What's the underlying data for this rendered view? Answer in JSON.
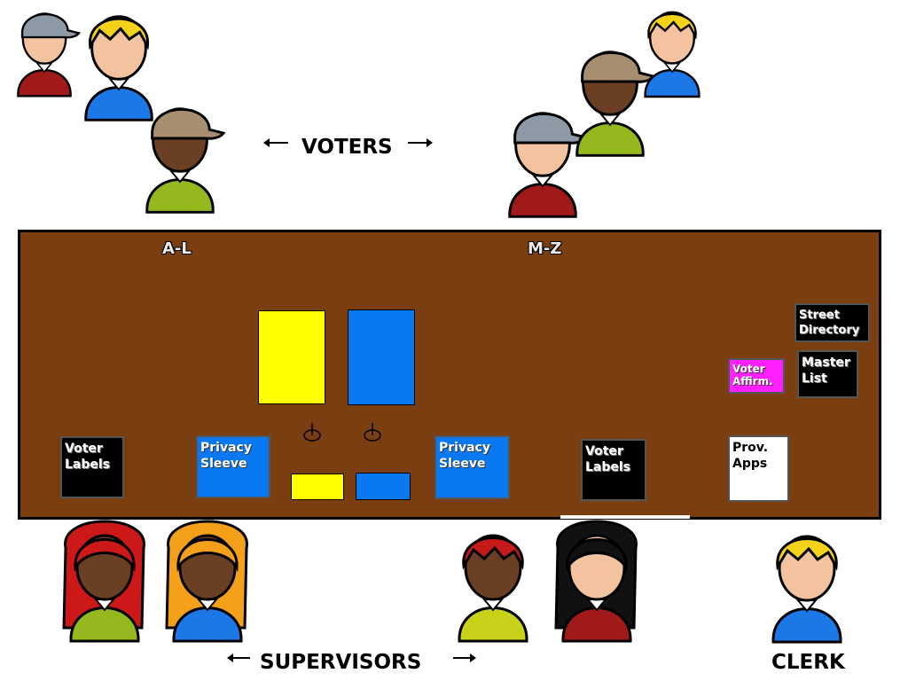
{
  "labels": {
    "voters": "VOTERS",
    "supervisors": "SUPERVISORS",
    "clerk": "CLERK"
  },
  "table": {
    "section_a_l": "A-L",
    "section_m_z": "M-Z",
    "items": {
      "voter_labels_left": "Voter\nLabels",
      "privacy_sleeve_left": "Privacy\nSleeve",
      "privacy_sleeve_right": "Privacy\nSleeve",
      "voter_labels_right": "Voter\nLabels",
      "prov_apps": "Prov.\nApps",
      "voter_affirm": "Voter\nAffirm.",
      "master_list": "Master\nList",
      "street_directory": "Street\nDirectory"
    }
  },
  "colors": {
    "table": "#7a3e10",
    "ballot_yellow": "#ffff00",
    "ballot_blue": "#0a78f0",
    "affirm_magenta": "#ff20ff"
  },
  "people": {
    "voters": [
      {
        "hair": "cap-gray",
        "shirt": "red"
      },
      {
        "hair": "blonde",
        "shirt": "blue"
      },
      {
        "hair": "cap-tan",
        "shirt": "green"
      },
      {
        "hair": "cap-gray",
        "shirt": "red"
      },
      {
        "hair": "cap-tan",
        "shirt": "green"
      },
      {
        "hair": "blonde",
        "shirt": "blue"
      }
    ],
    "supervisors": [
      {
        "hair": "long-red",
        "shirt": "green"
      },
      {
        "hair": "long-orange",
        "shirt": "blue"
      },
      {
        "hair": "short-red",
        "shirt": "yellow"
      },
      {
        "hair": "long-black",
        "shirt": "red"
      }
    ],
    "clerk": {
      "hair": "blonde",
      "shirt": "blue"
    }
  }
}
